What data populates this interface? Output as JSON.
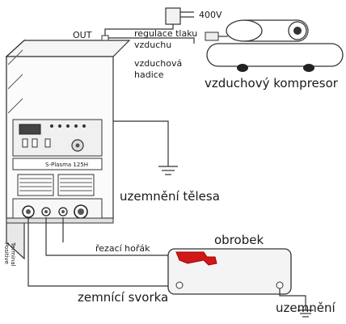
{
  "labels": {
    "voltage": "400V",
    "out": "OUT",
    "pressure_regulator": [
      "regulace tlaku",
      "vzduchu"
    ],
    "air_hose": [
      "vzduchová",
      "hadice"
    ],
    "compressor": "vzduchový kompresor",
    "model": "S-Plasma 125H",
    "body_ground": "uzemnění tělesa",
    "workpiece": "obrobek",
    "torch": "řezací hořák",
    "ground_clamp": "zemnící svorka",
    "ground": "uzemnění",
    "positive_terminal": [
      "Positive",
      "Terminal"
    ]
  }
}
